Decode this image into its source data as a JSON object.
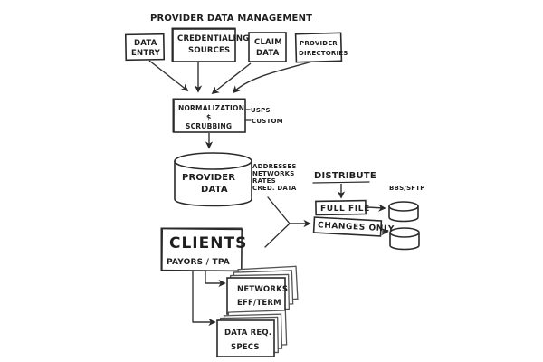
{
  "title": "PROVIDER DATA MANAGEMENT",
  "sources": [
    {
      "id": "data-entry",
      "lines": [
        "DATA",
        "ENTRY"
      ]
    },
    {
      "id": "credentialing-sources",
      "lines": [
        "CREDENTIALING",
        "SOURCES"
      ]
    },
    {
      "id": "claim-data",
      "lines": [
        "CLAIM",
        "DATA"
      ]
    },
    {
      "id": "provider-directories",
      "lines": [
        "PROVIDER",
        "DIRECTORIES"
      ]
    }
  ],
  "normalization": {
    "lines": [
      "NORMALIZATION",
      "$",
      "SCRUBBING"
    ],
    "side_labels": [
      "USPS",
      "CUSTOM"
    ]
  },
  "provider_data": {
    "lines": [
      "PROVIDER",
      "DATA"
    ],
    "attributes": [
      "ADDRESSES",
      "NETWORKS",
      "RATES",
      "CRED. DATA"
    ]
  },
  "distribute": {
    "label": "DISTRIBUTE",
    "outputs": [
      "FULL FILE",
      "CHANGES ONLY"
    ],
    "target_label": "BBS/SFTP"
  },
  "clients": {
    "title": "CLIENTS",
    "subtitle": "PAYORS / TPA",
    "children": [
      {
        "id": "networks-eff-term",
        "lines": [
          "NETWORKS",
          "EFF/TERM"
        ]
      },
      {
        "id": "data-req-specs",
        "lines": [
          "DATA REQ.",
          "SPECS"
        ]
      }
    ]
  }
}
